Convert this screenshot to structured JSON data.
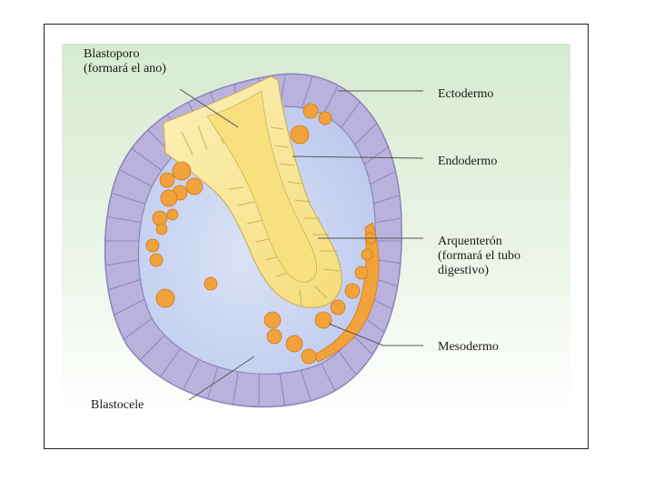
{
  "labels": {
    "blastoporo_l1": "Blastoporo",
    "blastoporo_l2": "(formará el ano)",
    "ectodermo": "Ectodermo",
    "endodermo": "Endodermo",
    "arquenteron_l1": "Arquenterón",
    "arquenteron_l2": "(formará el tubo",
    "arquenteron_l3": "digestivo)",
    "mesodermo": "Mesodermo",
    "blastocele": "Blastocele"
  },
  "colors": {
    "ectoderm": "#b9b2dc",
    "ectoderm_stroke": "#8c84bb",
    "blastocoel": "#c9d4f0",
    "endoderm": "#fbe79a",
    "endoderm_stroke": "#c8b35a",
    "mesoderm": "#f2a23a",
    "mesoderm_stroke": "#c97a1e",
    "leader_line": "#555555"
  }
}
